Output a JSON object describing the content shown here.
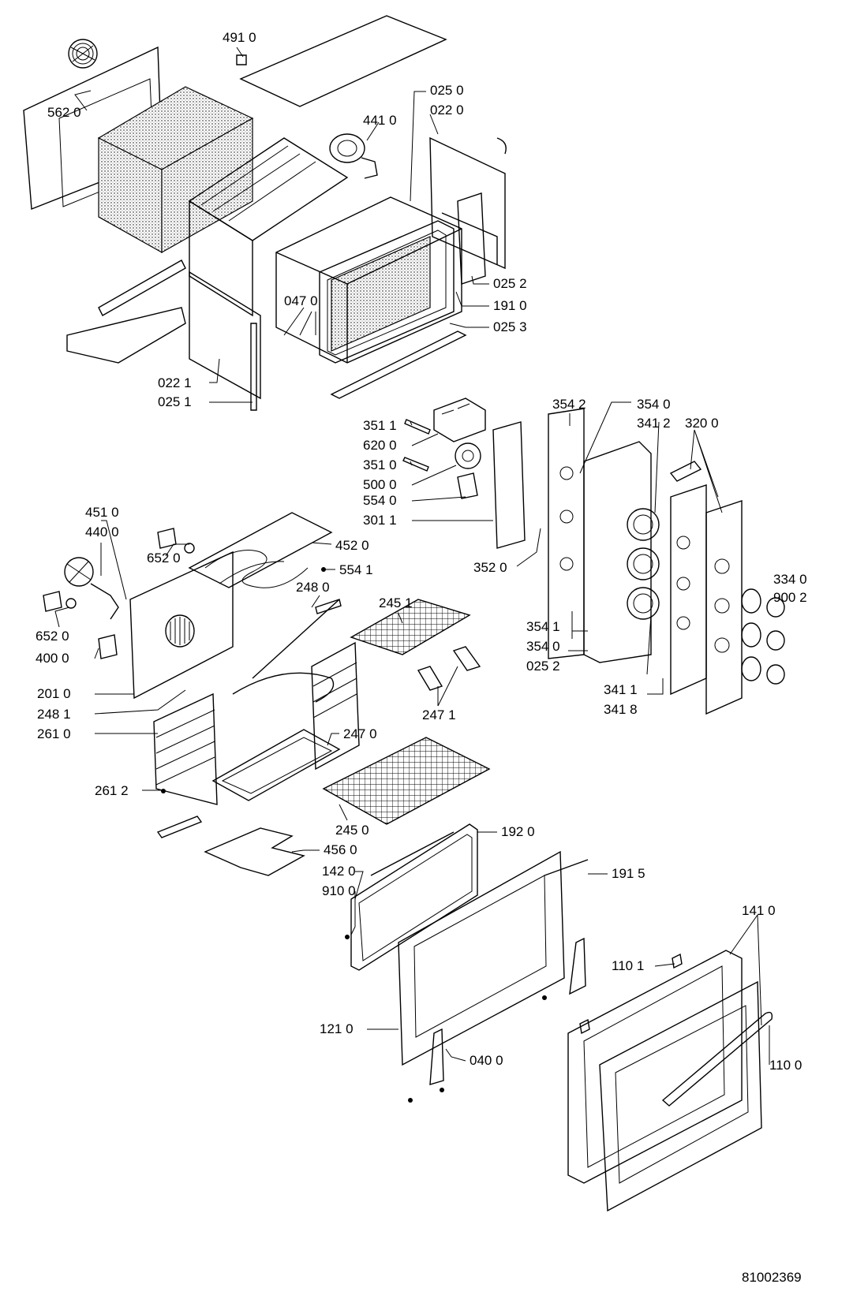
{
  "drawing_number": "81002369",
  "part_labels": [
    "491 0",
    "562 0",
    "025 0",
    "022 0",
    "441 0",
    "025 2",
    "047 0",
    "191 0",
    "025 3",
    "022 1",
    "025 1",
    "351 1",
    "620 0",
    "351 0",
    "500 0",
    "554 0",
    "301 1",
    "352 0",
    "354 2",
    "354 0",
    "341 2",
    "320 0",
    "451 0",
    "440 0",
    "652 0",
    "452 0",
    "554 1",
    "652 0",
    "400 0",
    "248 0",
    "245 1",
    "334 0",
    "900 2",
    "354 1",
    "354 0",
    "025 2",
    "247 1",
    "341 1",
    "341 8",
    "201 0",
    "248 1",
    "261 0",
    "247 0",
    "261 2",
    "245 0",
    "456 0",
    "192 0",
    "142 0",
    "910 0",
    "191 5",
    "141 0",
    "110 1",
    "121 0",
    "040 0",
    "110 0"
  ]
}
